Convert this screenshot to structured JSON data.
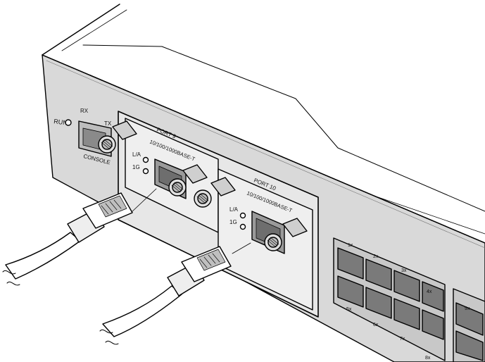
{
  "figure": {
    "labels": {
      "run": "RUN",
      "rx": "RX",
      "tx": "TX",
      "console": "CONSOLE",
      "port9_title": "PORT 9",
      "port9_type": "10/100/1000BASE-T",
      "port10_title": "PORT 10",
      "port10_type": "10/100/1000BASE-T",
      "led_la": "L/A",
      "led_1g": "1G",
      "port_1x": "1x",
      "port_2x": "2x",
      "port_3x": "3x",
      "port_4x": "4x",
      "port_5x": "5x",
      "port_6x": "6x",
      "port_7x": "7x",
      "port_8x": "8x",
      "port_9x": "9x"
    }
  }
}
